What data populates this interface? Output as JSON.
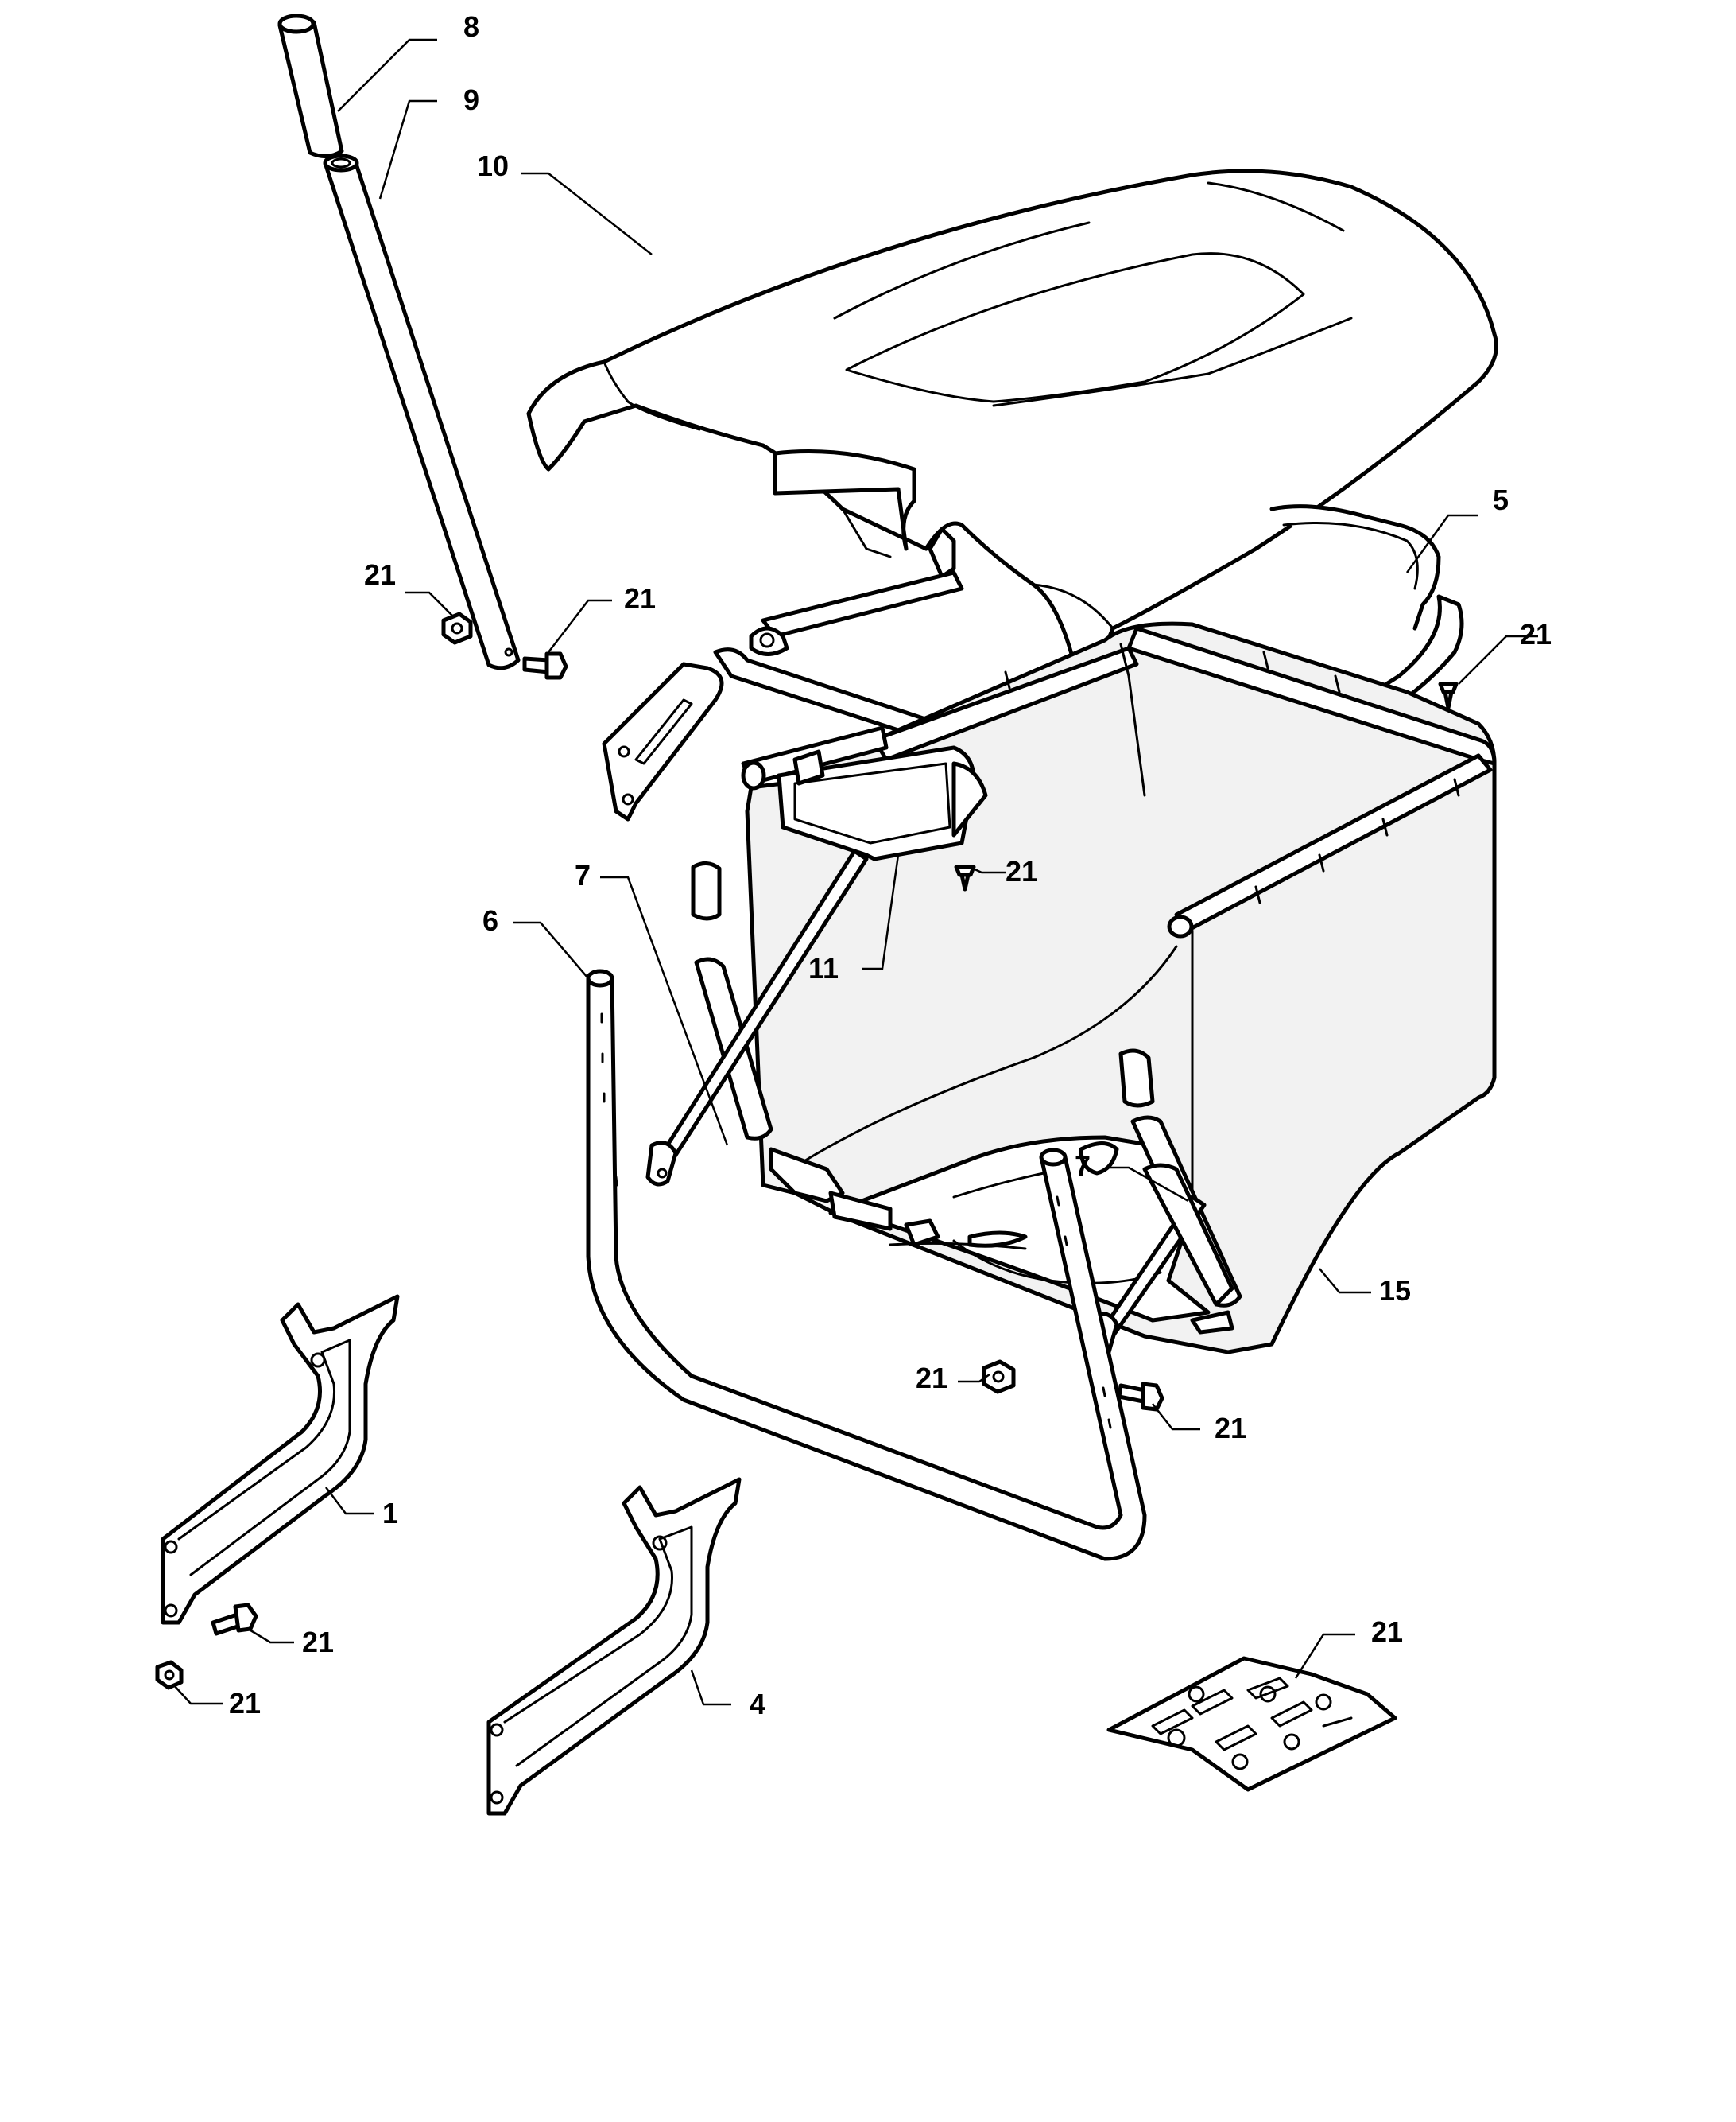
{
  "callouts": {
    "c8": "8",
    "c9": "9",
    "c10": "10",
    "c5": "5",
    "c21_tube_nut": "21",
    "c21_tube_bolt": "21",
    "c21_right_screw": "21",
    "c21_tray_screw": "21",
    "c7_left": "7",
    "c11": "11",
    "c6": "6",
    "c7_right": "7",
    "c15": "15",
    "c21_mid_nut": "21",
    "c21_mid_bolt": "21",
    "c1": "1",
    "c21_bracket_bolt": "21",
    "c21_bracket_nut": "21",
    "c4": "4",
    "c21_kit": "21"
  }
}
